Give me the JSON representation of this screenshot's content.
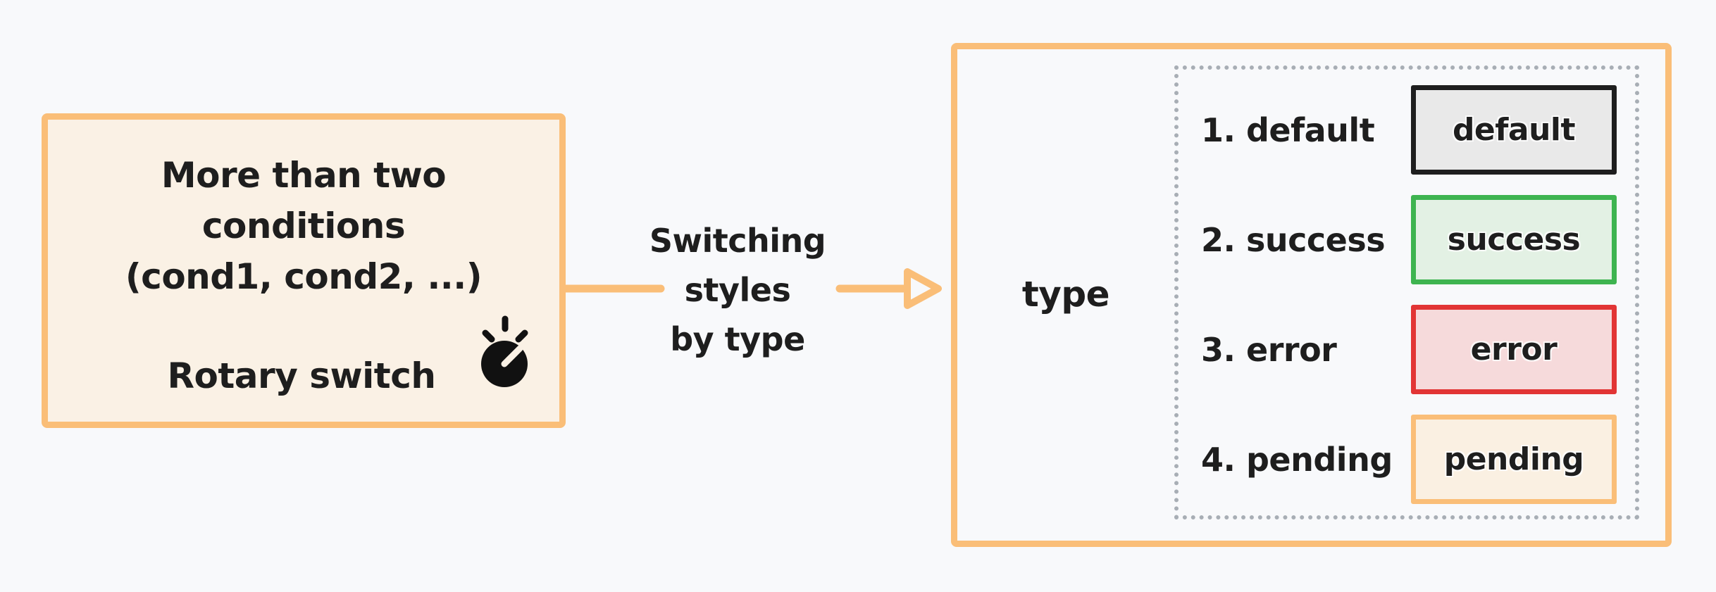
{
  "diagram": {
    "background": "#f8f9fb",
    "accent_color": "#fabe78",
    "text_color": "#1e1e1e",
    "dotted_border_color": "#a8aeb5"
  },
  "condition_box": {
    "lines": [
      "More than two",
      "conditions",
      "(cond1, cond2, ...)"
    ],
    "caption": "Rotary switch",
    "icon": "rotary-knob",
    "fill": "#faf1e5",
    "border": "#fabe78"
  },
  "arrow": {
    "label_lines": [
      "Switching",
      "styles",
      "by type"
    ],
    "color": "#fabe78",
    "direction": "right",
    "head_style": "hollow-triangle"
  },
  "switch_panel": {
    "selector_label": "type",
    "border": "#fabe78",
    "cases": [
      {
        "label": "1. default",
        "badge": "default",
        "badge_border": "#1e1e1e",
        "badge_fill": "#e9e9e9"
      },
      {
        "label": "2. success",
        "badge": "success",
        "badge_border": "#3eb450",
        "badge_fill": "#e3f1e4"
      },
      {
        "label": "3. error",
        "badge": "error",
        "badge_border": "#e23535",
        "badge_fill": "#f6dadb"
      },
      {
        "label": "4. pending",
        "badge": "pending",
        "badge_border": "#fabe78",
        "badge_fill": "#faf0e2"
      }
    ]
  }
}
